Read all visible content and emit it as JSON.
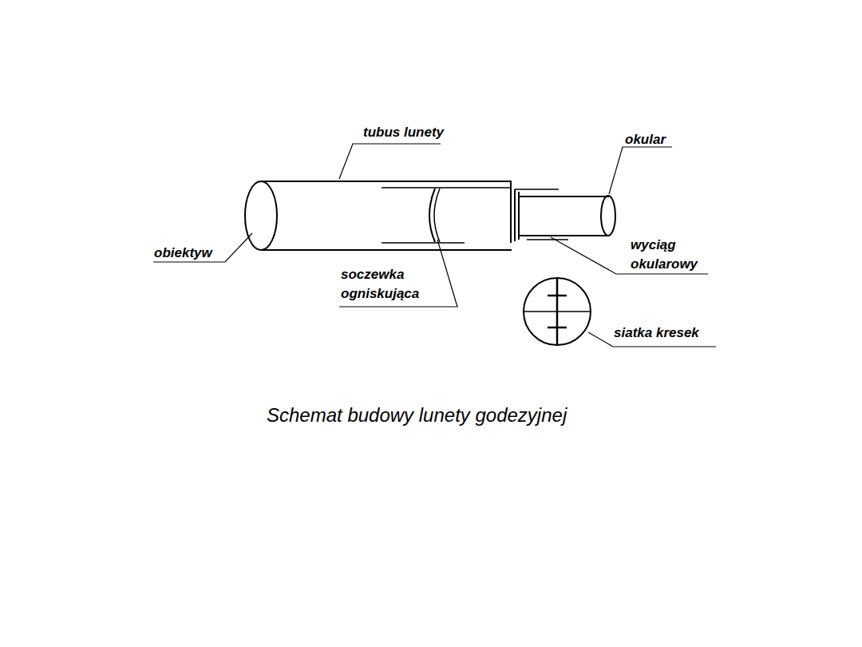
{
  "diagram": {
    "caption": "Schemat budowy lunety godezyjnej",
    "labels": [
      "tubus lunety",
      "okular",
      "obiektyw",
      "soczewka ogniskująca",
      "wyciąg okularowy",
      "siatka kresek"
    ]
  }
}
